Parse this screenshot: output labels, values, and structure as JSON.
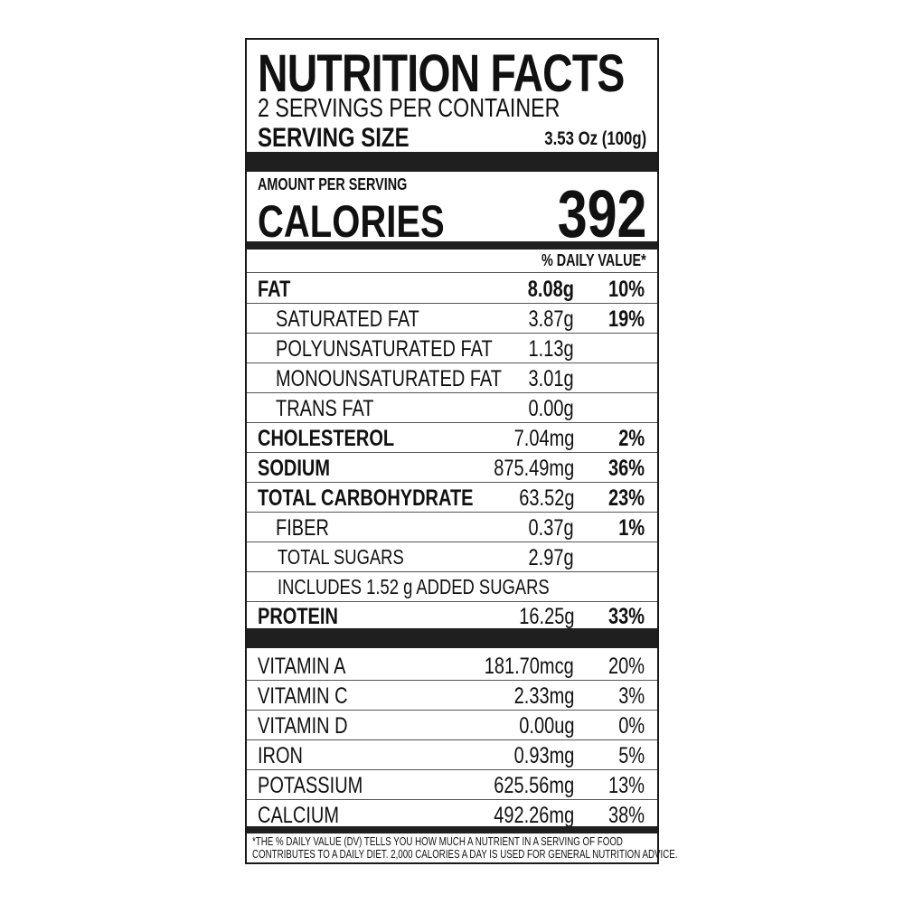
{
  "title": "NUTRITION FACTS",
  "servings_per_container": "2 SERVINGS PER CONTAINER",
  "serving_size_label": "SERVING SIZE",
  "serving_size_value": "3.53 Oz (100g)",
  "amount_per_serving": "AMOUNT PER SERVING",
  "calories_label": "CALORIES",
  "calories_value": "392",
  "daily_value_header": "% DAILY VALUE*",
  "nutrients": [
    {
      "name": "FAT",
      "amount": "8.08g",
      "dv": "10%"
    },
    {
      "name": "SATURATED FAT",
      "amount": "3.87g",
      "dv": "19%"
    },
    {
      "name": "POLYUNSATURATED FAT",
      "amount": "1.13g",
      "dv": ""
    },
    {
      "name": "MONOUNSATURATED FAT",
      "amount": "3.01g",
      "dv": ""
    },
    {
      "name": "TRANS FAT",
      "amount": "0.00g",
      "dv": ""
    },
    {
      "name": "CHOLESTEROL",
      "amount": "7.04mg",
      "dv": "2%"
    },
    {
      "name": "SODIUM",
      "amount": "875.49mg",
      "dv": "36%"
    },
    {
      "name": "TOTAL CARBOHYDRATE",
      "amount": "63.52g",
      "dv": "23%"
    },
    {
      "name": "FIBER",
      "amount": "0.37g",
      "dv": "1%"
    },
    {
      "name": "TOTAL SUGARS",
      "amount": "2.97g",
      "dv": ""
    },
    {
      "name": "INCLUDES 1.52 g ADDED SUGARS",
      "amount": "",
      "dv": ""
    },
    {
      "name": "PROTEIN",
      "amount": "16.25g",
      "dv": "33%"
    }
  ],
  "vitamins": [
    {
      "name": "VITAMIN A",
      "amount": "181.70mcg",
      "dv": "20%"
    },
    {
      "name": "VITAMIN C",
      "amount": "2.33mg",
      "dv": "3%"
    },
    {
      "name": "VITAMIN D",
      "amount": "0.00ug",
      "dv": "0%"
    },
    {
      "name": "IRON",
      "amount": "0.93mg",
      "dv": "5%"
    },
    {
      "name": "POTASSIUM",
      "amount": "625.56mg",
      "dv": "13%"
    },
    {
      "name": "CALCIUM",
      "amount": "492.26mg",
      "dv": "38%"
    }
  ],
  "footnote_line1": "*THE % DAILY VALUE (DV) TELLS YOU HOW MUCH A NUTRIENT IN A SERVING OF FOOD",
  "footnote_line2": "CONTRIBUTES TO A DAILY DIET. 2,000 CALORIES A DAY IS USED FOR GENERAL NUTRITION ADVICE."
}
